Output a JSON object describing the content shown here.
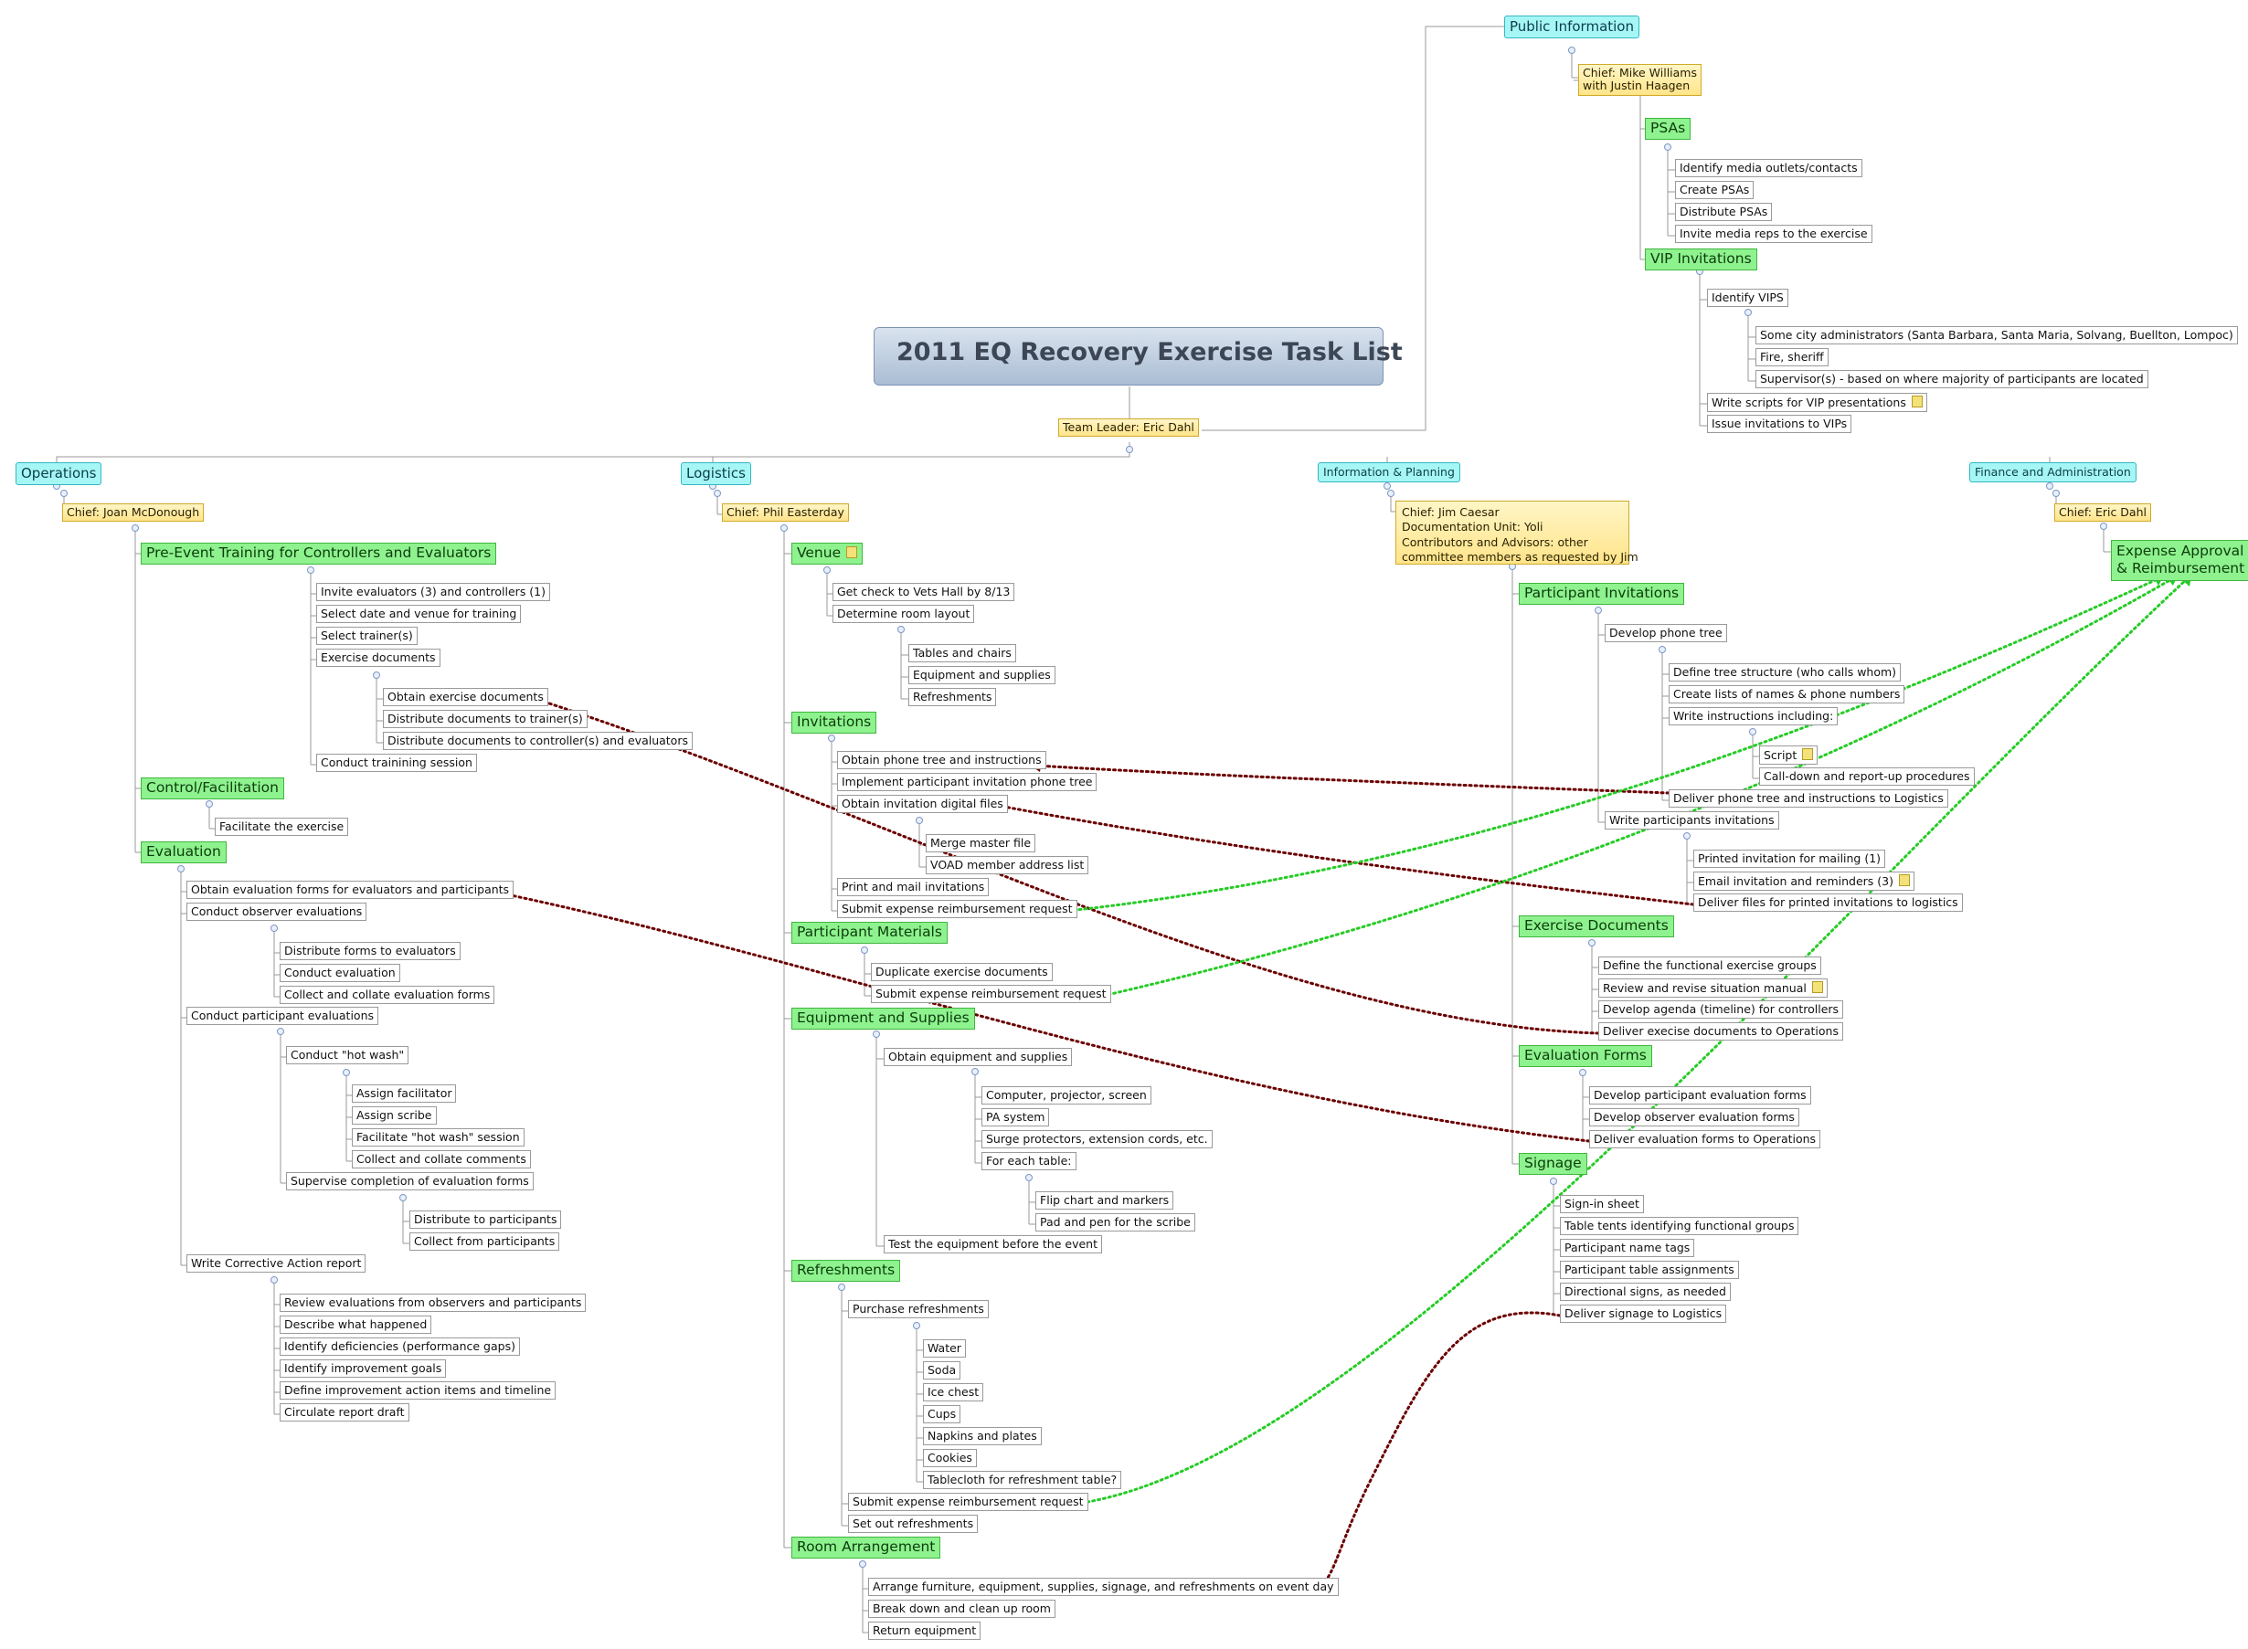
{
  "root": {
    "title": "2011 EQ Recovery Exercise Task List"
  },
  "team_leader": "Team Leader: Eric Dahl",
  "public_info": {
    "title": "Public Information",
    "chief": [
      "Chief: Mike Williams",
      "with Justin Haagen"
    ],
    "psas": {
      "title": "PSAs",
      "items": [
        "Identify media outlets/contacts",
        "Create PSAs",
        "Distribute PSAs",
        "Invite media reps to the exercise"
      ]
    },
    "vip": {
      "title": "VIP Invitations",
      "identify": "Identify VIPS",
      "vips": [
        "Some city administrators (Santa Barbara, Santa Maria, Solvang, Buellton, Lompoc)",
        "Fire, sheriff",
        "Supervisor(s) - based on where majority of participants are located"
      ],
      "write_scripts": "Write scripts for VIP presentations",
      "issue": "Issue invitations to VIPs"
    }
  },
  "operations": {
    "title": "Operations",
    "chief": "Chief: Joan McDonough",
    "pre_event": {
      "title": "Pre-Event Training for Controllers and Evaluators",
      "items": [
        "Invite evaluators (3) and controllers (1)",
        "Select date and venue for training",
        "Select trainer(s)",
        "Exercise documents"
      ],
      "docs": [
        "Obtain exercise documents",
        "Distribute documents to trainer(s)",
        "Distribute documents to controller(s) and evaluators"
      ],
      "conduct": "Conduct trainining session"
    },
    "control": {
      "title": "Control/Facilitation",
      "item": "Facilitate the exercise"
    },
    "evaluation": {
      "title": "Evaluation",
      "obtain_forms": "Obtain evaluation forms for evaluators and participants",
      "observer": "Conduct observer evaluations",
      "observer_items": [
        "Distribute forms to evaluators",
        "Conduct evaluation",
        "Collect and collate evaluation forms"
      ],
      "participant": "Conduct participant evaluations",
      "hotwash": "Conduct \"hot wash\"",
      "hotwash_items": [
        "Assign facilitator",
        "Assign scribe",
        "Facilitate \"hot wash\" session",
        "Collect and collate comments"
      ],
      "supervise": "Supervise completion of evaluation forms",
      "supervise_items": [
        "Distribute to participants",
        "Collect from participants"
      ],
      "write_report": "Write Corrective Action report",
      "report_items": [
        "Review evaluations from observers and participants",
        "Describe what happened",
        "Identify deficiencies (performance gaps)",
        "Identify improvement goals",
        "Define improvement action items and timeline",
        "Circulate report draft"
      ]
    }
  },
  "logistics": {
    "title": "Logistics",
    "chief": "Chief: Phil Easterday",
    "venue": {
      "title": "Venue",
      "items": [
        "Get check to Vets Hall by 8/13",
        "Determine room layout"
      ],
      "layout": [
        "Tables and chairs",
        "Equipment and supplies",
        "Refreshments"
      ]
    },
    "invitations": {
      "title": "Invitations",
      "items": [
        "Obtain phone tree and instructions",
        "Implement participant invitation phone tree",
        "Obtain invitation digital files"
      ],
      "files": [
        "Merge master file",
        "VOAD member address list"
      ],
      "print": "Print and mail invitations",
      "submit": "Submit expense reimbursement request"
    },
    "materials": {
      "title": "Participant Materials",
      "items": [
        "Duplicate exercise documents",
        "Submit expense reimbursement request"
      ]
    },
    "equipment": {
      "title": "Equipment and Supplies",
      "obtain": "Obtain equipment and supplies",
      "eq_items": [
        "Computer, projector, screen",
        "PA system",
        "Surge protectors, extension cords, etc.",
        "For each table:"
      ],
      "table_items": [
        "Flip chart and markers",
        "Pad and pen for the scribe"
      ],
      "test": "Test the equipment before the event"
    },
    "refreshments": {
      "title": "Refreshments",
      "purchase": "Purchase refreshments",
      "items": [
        "Water",
        "Soda",
        "Ice chest",
        "Cups",
        "Napkins and plates",
        "Cookies",
        "Tablecloth for refreshment table?"
      ],
      "submit": "Submit expense reimbursement request",
      "set_out": "Set out refreshments"
    },
    "room": {
      "title": "Room Arrangement",
      "items": [
        "Arrange furniture, equipment, supplies, signage, and refreshments on event day",
        "Break down and clean up room",
        "Return equipment"
      ]
    }
  },
  "planning": {
    "title": "Information  & Planning",
    "chief": [
      "Chief: Jim Caesar",
      "Documentation Unit: Yoli",
      "Contributors and Advisors: other",
      "committee members as requested by Jim"
    ],
    "participant_inv": {
      "title": "Participant Invitations",
      "phone_tree": "Develop phone tree",
      "phone_items": [
        "Define tree structure (who calls whom)",
        "Create lists of names & phone numbers",
        "Write instructions including:"
      ],
      "instructions": [
        "Script",
        "Call-down and report-up procedures"
      ],
      "deliver_phone": "Deliver phone tree and instructions to Logistics",
      "write_inv": "Write participants invitations",
      "inv_items": [
        "Printed invitation for mailing (1)",
        "Email invitation and reminders (3)",
        "Deliver files for printed invitations to logistics"
      ]
    },
    "exercise_docs": {
      "title": "Exercise Documents",
      "items": [
        "Define the functional exercise groups",
        "Review and revise situation manual",
        "Develop agenda (timeline) for controllers",
        "Deliver execise documents to Operations"
      ]
    },
    "eval_forms": {
      "title": "Evaluation Forms",
      "items": [
        "Develop participant evaluation forms",
        "Develop observer evaluation forms",
        "Deliver evaluation forms to Operations"
      ]
    },
    "signage": {
      "title": "Signage",
      "items": [
        "Sign-in sheet",
        "Table tents identifying functional groups",
        "Participant name tags",
        "Participant table assignments",
        "Directional signs, as needed",
        "Deliver signage to Logistics"
      ]
    }
  },
  "finance": {
    "title": "Finance and Administration",
    "chief": "Chief: Eric Dahl",
    "expense": [
      "Expense Approval",
      "& Reimbursement"
    ]
  },
  "colors": {
    "tree_line": "#9a9a9a",
    "delivery_link": "#6b0000",
    "expense_link": "#25cc25"
  }
}
